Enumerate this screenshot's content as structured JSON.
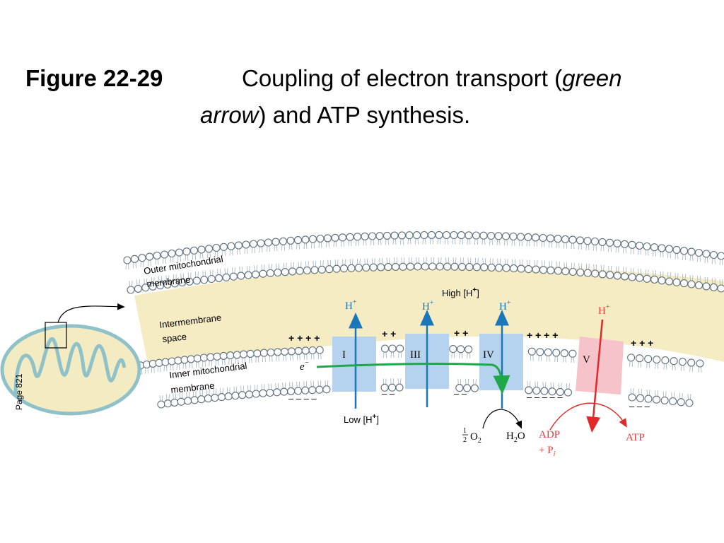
{
  "title": {
    "figure_number": "Figure 22-29",
    "text_before": "Coupling of electron transport (",
    "text_italic_1": "green",
    "text_italic_2": "arrow",
    "text_after": ") and ATP synthesis."
  },
  "page_label": "Page 821",
  "labels": {
    "outer_membrane_1": "Outer mitochondrial",
    "outer_membrane_2": "membrane",
    "intermembrane_1": "Intermembrane",
    "intermembrane_2": "space",
    "inner_membrane_1": "Inner mitochondrial",
    "inner_membrane_2": "membrane",
    "high_h": "High [H",
    "low_h": "Low [H",
    "plus_sup": "+",
    "close_bracket": "]",
    "electron": "e",
    "electron_sup": "−"
  },
  "complexes": [
    {
      "id": "I",
      "label": "I"
    },
    {
      "id": "III",
      "label": "III"
    },
    {
      "id": "IV",
      "label": "IV"
    },
    {
      "id": "V",
      "label": "V"
    }
  ],
  "proton_label": "H",
  "proton_sup": "+",
  "charges": {
    "plus_1": "+ + + +",
    "plus_2": "+ +",
    "plus_3": "+ +",
    "plus_4": "+ + + +",
    "plus_5": "+ + +",
    "minus_1": "– – – –",
    "minus_2": "– –",
    "minus_3": "– –",
    "minus_4": "– – – – –",
    "minus_5": "– – –"
  },
  "reactions": {
    "o2_half_num": "1",
    "o2_half_den": "2",
    "o2": "O",
    "o2_sub": "2",
    "h2o_h": "H",
    "h2o_sub": "2",
    "h2o_o": "O",
    "adp": "ADP",
    "pi_plus": "+ P",
    "pi_sub": "i",
    "atp": "ATP"
  },
  "colors": {
    "intermembrane": "#f6ecc4",
    "membrane_line": "#5c6f7d",
    "complex_blue": "#b5d3ee",
    "complex_pink": "#f6c3cb",
    "arrow_blue": "#1a78b9",
    "arrow_green": "#1fa84a",
    "arrow_red": "#e02a2a",
    "text_red": "#e04040",
    "mito_outline": "#8fc1c9",
    "mito_fill": "#f3ebc2"
  }
}
